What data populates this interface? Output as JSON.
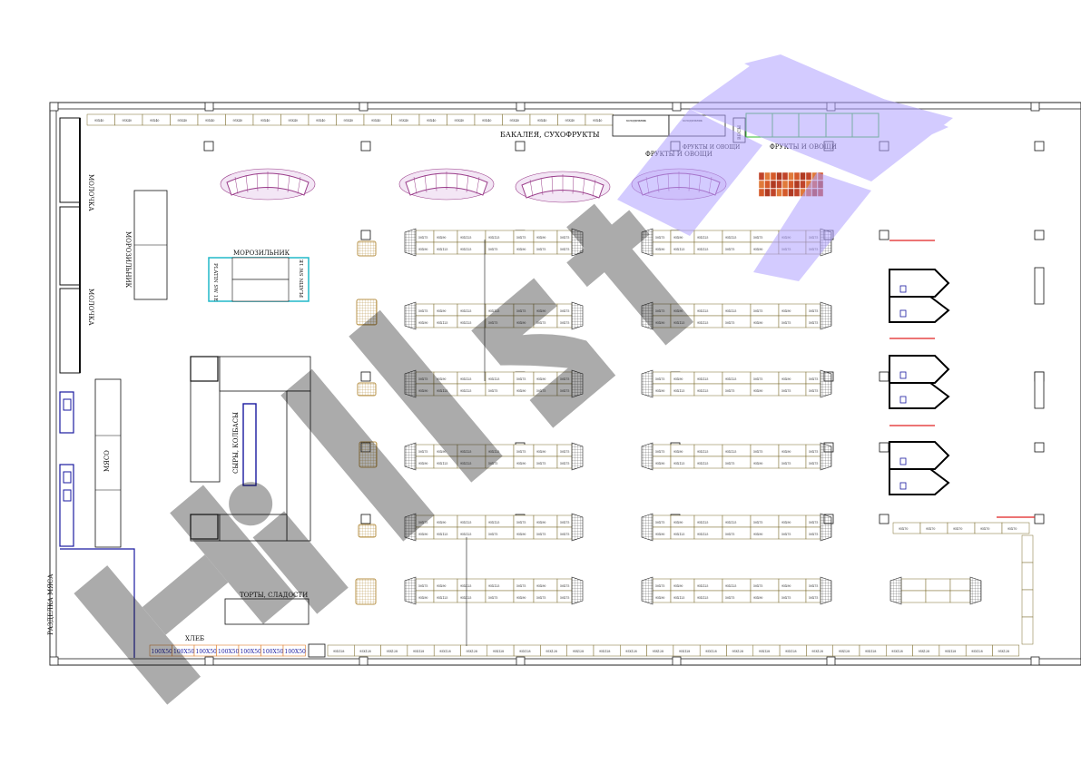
{
  "labels": {
    "top_zone": "БАКАЛЕЯ, СУХОФРУКТЫ",
    "fruits_veg_a": "ФРУКТЫ И ОВОЩИ",
    "fruits_veg_b": "ФРУКТЫ И ОВОЩИ",
    "dairy_a": "МОЛОЧКА",
    "dairy_b": "МОЛОЧКА",
    "freezer_left": "МОРОЗИЛЬНИК",
    "freezer_center": "МОРОЗИЛЬНИК",
    "meat": "МЯСО",
    "cheese_sausage": "СЫРЫ, КОЛБАСЫ",
    "cakes_sweets": "ТОРТЫ, СЛАДОСТИ",
    "bread": "ХЛЕБ",
    "meat_cutting": "РАЗДЕЛКА МЯСА",
    "platin_left": "PLATIN SW 1E",
    "platin_right": "PLATIN SW 1E",
    "vesy": "ВЕСЫ"
  },
  "watermark": {
    "text": "Hillst 24",
    "color": "#b0a0ff"
  },
  "bread_row": [
    "100Х50",
    "100Х50",
    "100Х50",
    "100Х50",
    "100Х50",
    "100Х50",
    "100Х50"
  ],
  "module_sizes": {
    "top_wall": "95Х40",
    "bottom_wall": "95Х128",
    "gondola_a": "95Х90",
    "gondola_b": "95Х125",
    "gondola_c": "50Х75",
    "gondola_d": "95Х125",
    "corner": "95Х70"
  },
  "colors": {
    "shelf": "#7a6a2a",
    "freezer": "#20b8c8",
    "cashier": "#000000",
    "fruit_stand": "#9a3d8a",
    "veg_wall": "#33bb33",
    "red_line": "#e02020",
    "dairy_blue": "#1a1aa0"
  }
}
